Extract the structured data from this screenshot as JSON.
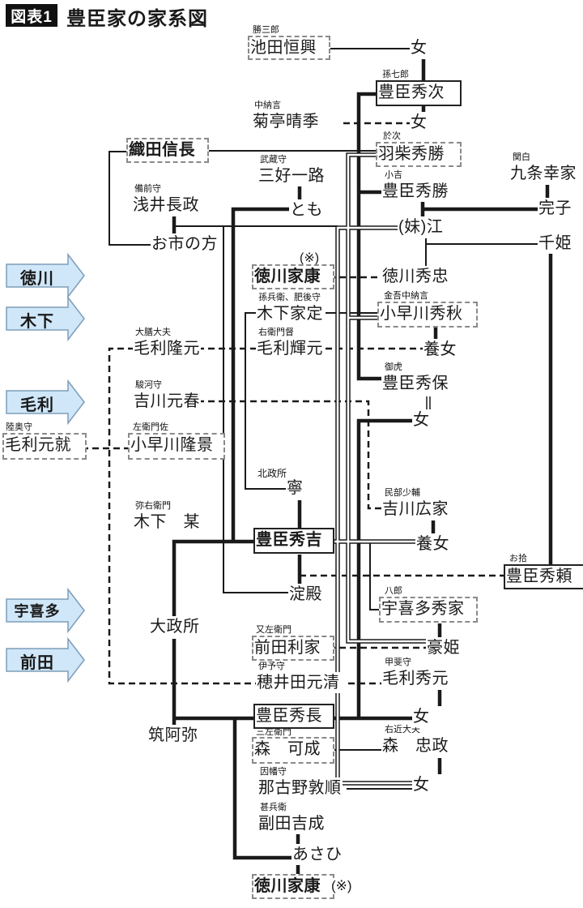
{
  "header": {
    "tag": "図表1",
    "title": "豊臣家の家系図"
  },
  "note_mark": "(※)",
  "group_arrows": [
    {
      "id": "tokugawa",
      "label": "徳川"
    },
    {
      "id": "kinoshita",
      "label": "木下"
    },
    {
      "id": "mouri",
      "label": "毛利"
    },
    {
      "id": "ukita",
      "label": "宇喜多"
    },
    {
      "id": "maeda",
      "label": "前田"
    }
  ],
  "arrow_colors": {
    "fill": "#cfe7f8",
    "border": "#7f9db9"
  },
  "people": {
    "ikeda": {
      "t": "勝三郎",
      "n": "池田恒興"
    },
    "onna_ikeda": {
      "n": "女"
    },
    "hidetsugu": {
      "t": "孫七郎",
      "n": "豊臣秀次"
    },
    "kikutei": {
      "t": "中納言",
      "n": "菊亭晴季"
    },
    "onna_kikutei": {
      "n": "女"
    },
    "nobunaga": {
      "n": "織田信長"
    },
    "hashiba_hidekatsu": {
      "t": "於次",
      "n": "羽柴秀勝"
    },
    "miyoshi": {
      "t": "武蔵守",
      "n": "三好一路"
    },
    "kujo": {
      "t": "関白",
      "n": "九条幸家"
    },
    "toyotomi_hidekatsu": {
      "t": "小吉",
      "n": "豊臣秀勝"
    },
    "azai": {
      "t": "備前守",
      "n": "浅井長政"
    },
    "tomo": {
      "n": "とも"
    },
    "sadako": {
      "n": "完子"
    },
    "e_go": {
      "n": "(妹)江"
    },
    "oichi": {
      "n": "お市の方"
    },
    "senhime": {
      "n": "千姫"
    },
    "ieyasu_mid": {
      "t": "(※)",
      "n": "徳川家康"
    },
    "hidetada": {
      "n": "徳川秀忠"
    },
    "kinoshita_iesada": {
      "t": "孫兵衛、肥後守",
      "n": "木下家定"
    },
    "hideaki": {
      "t": "金吾中納言",
      "n": "小早川秀秋"
    },
    "mori_takamoto": {
      "t": "大膳大夫",
      "n": "毛利隆元"
    },
    "mori_terumoto": {
      "t": "右衛門督",
      "n": "毛利輝元"
    },
    "yojo_hideaki": {
      "n": "養女"
    },
    "kikkawa_motoharu": {
      "t": "駿河守",
      "n": "吉川元春"
    },
    "hideyasu": {
      "t": "御虎",
      "n": "豊臣秀保"
    },
    "onna_hideyasu": {
      "n": "女"
    },
    "motonari": {
      "t": "陸奥守",
      "n": "毛利元就"
    },
    "takakage": {
      "t": "左衛門佐",
      "n": "小早川隆景"
    },
    "nei": {
      "t": "北政所",
      "n": "寧"
    },
    "kikkawa_hiroie": {
      "t": "民部少輔",
      "n": "吉川広家"
    },
    "kinoshita_bo": {
      "t": "弥右衛門",
      "n": "木下　某"
    },
    "hideyoshi": {
      "n": "豊臣秀吉"
    },
    "yojo_hiroie": {
      "n": "養女"
    },
    "hideyori": {
      "t": "お拾",
      "n": "豊臣秀頼"
    },
    "yodo": {
      "n": "淀殿"
    },
    "omandokoro": {
      "n": "大政所"
    },
    "ukita_hideie": {
      "t": "八郎",
      "n": "宇喜多秀家"
    },
    "maeda_toshiie": {
      "t": "又左衛門",
      "n": "前田利家"
    },
    "gohime": {
      "n": "豪姫"
    },
    "hoida": {
      "t": "伊予守",
      "n": "穂井田元清"
    },
    "mori_hidemoto": {
      "t": "甲斐守",
      "n": "毛利秀元"
    },
    "hidenaga": {
      "n": "豊臣秀長"
    },
    "onna_hidemoto": {
      "n": "女"
    },
    "chikuami": {
      "n": "筑阿弥"
    },
    "mori_yoshinari": {
      "t": "三左衛門",
      "n": "森　可成"
    },
    "mori_tadamasa": {
      "t": "右近大夫",
      "n": "森　忠政"
    },
    "onna_tadamasa": {
      "n": "女"
    },
    "nagoya": {
      "t": "因幡守",
      "n": "那古野敦順"
    },
    "soeda": {
      "t": "甚兵衛",
      "n": "副田吉成"
    },
    "asahi": {
      "n": "あさひ"
    },
    "ieyasu_bottom": {
      "n": "徳川家康",
      "note": "(※)"
    }
  }
}
